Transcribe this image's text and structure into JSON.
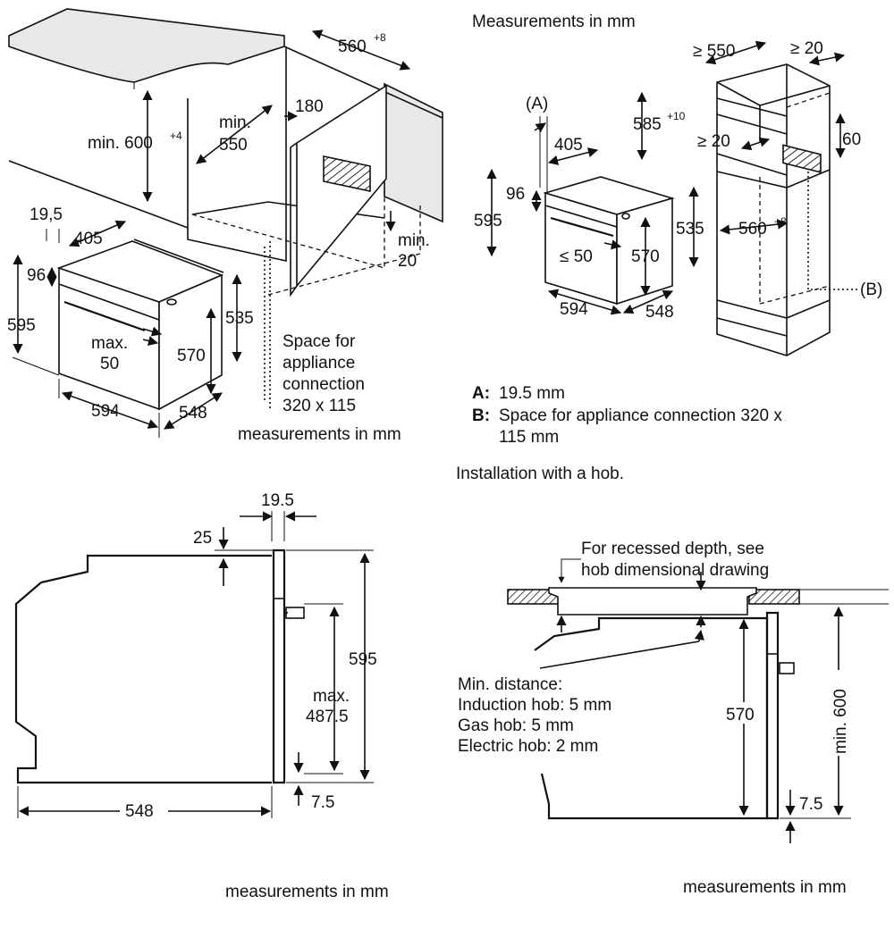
{
  "panel_a": {
    "dims": {
      "worktop_depth": "560",
      "worktop_depth_sup": "+8",
      "niche_height": "min. 600",
      "niche_height_sup": "+4",
      "niche_depth_l1": "min.",
      "niche_depth_l2": "550",
      "gap": "180",
      "rear_gap_l1": "min.",
      "rear_gap_l2": "20",
      "front_offset": "19,5",
      "depth": "405",
      "panel": "96",
      "height": "595",
      "cabinet_h": "535",
      "inner_h": "570",
      "bottom_l1": "max.",
      "bottom_l2": "50",
      "width": "594",
      "body_depth": "548"
    },
    "space_note": [
      "Space for",
      "appliance",
      "connection",
      "320 x 115"
    ],
    "caption": "measurements in mm"
  },
  "panel_b": {
    "title": "Measurements in mm",
    "dims": {
      "col_depth": "≥ 550",
      "col_gap": "≥ 20",
      "col_height": "585",
      "col_height_sup": "+10",
      "col_gap2": "≥ 20",
      "vent": "60",
      "niche_w": "560",
      "niche_w_sup": "+8",
      "a_label": "(A)",
      "b_label": "(B)",
      "depth": "405",
      "panel": "96",
      "height": "595",
      "cabinet_h": "535",
      "inner_h": "570",
      "bottom": "≤ 50",
      "width": "594",
      "body_depth": "548"
    },
    "legend": {
      "a_key": "A:",
      "a_text": "19.5 mm",
      "b_key": "B:",
      "b_text_l1": "Space for appliance connection 320 x",
      "b_text_l2": "115 mm"
    }
  },
  "panel_c": {
    "dims": {
      "front": "19.5",
      "top": "25",
      "height": "595",
      "max_l1": "max.",
      "max_l2": "487.5",
      "bottom": "7.5",
      "depth": "548"
    },
    "caption": "measurements in mm"
  },
  "panel_d": {
    "title": "Installation with a hob.",
    "recess_note": [
      "For recessed depth, see",
      "hob dimensional drawing"
    ],
    "min_distance": [
      "Min. distance:",
      "Induction hob: 5 mm",
      "Gas hob: 5 mm",
      "Electric hob: 2 mm"
    ],
    "dims": {
      "inner": "570",
      "niche": "min. 600",
      "bottom": "7.5"
    },
    "caption": "measurements in mm"
  }
}
